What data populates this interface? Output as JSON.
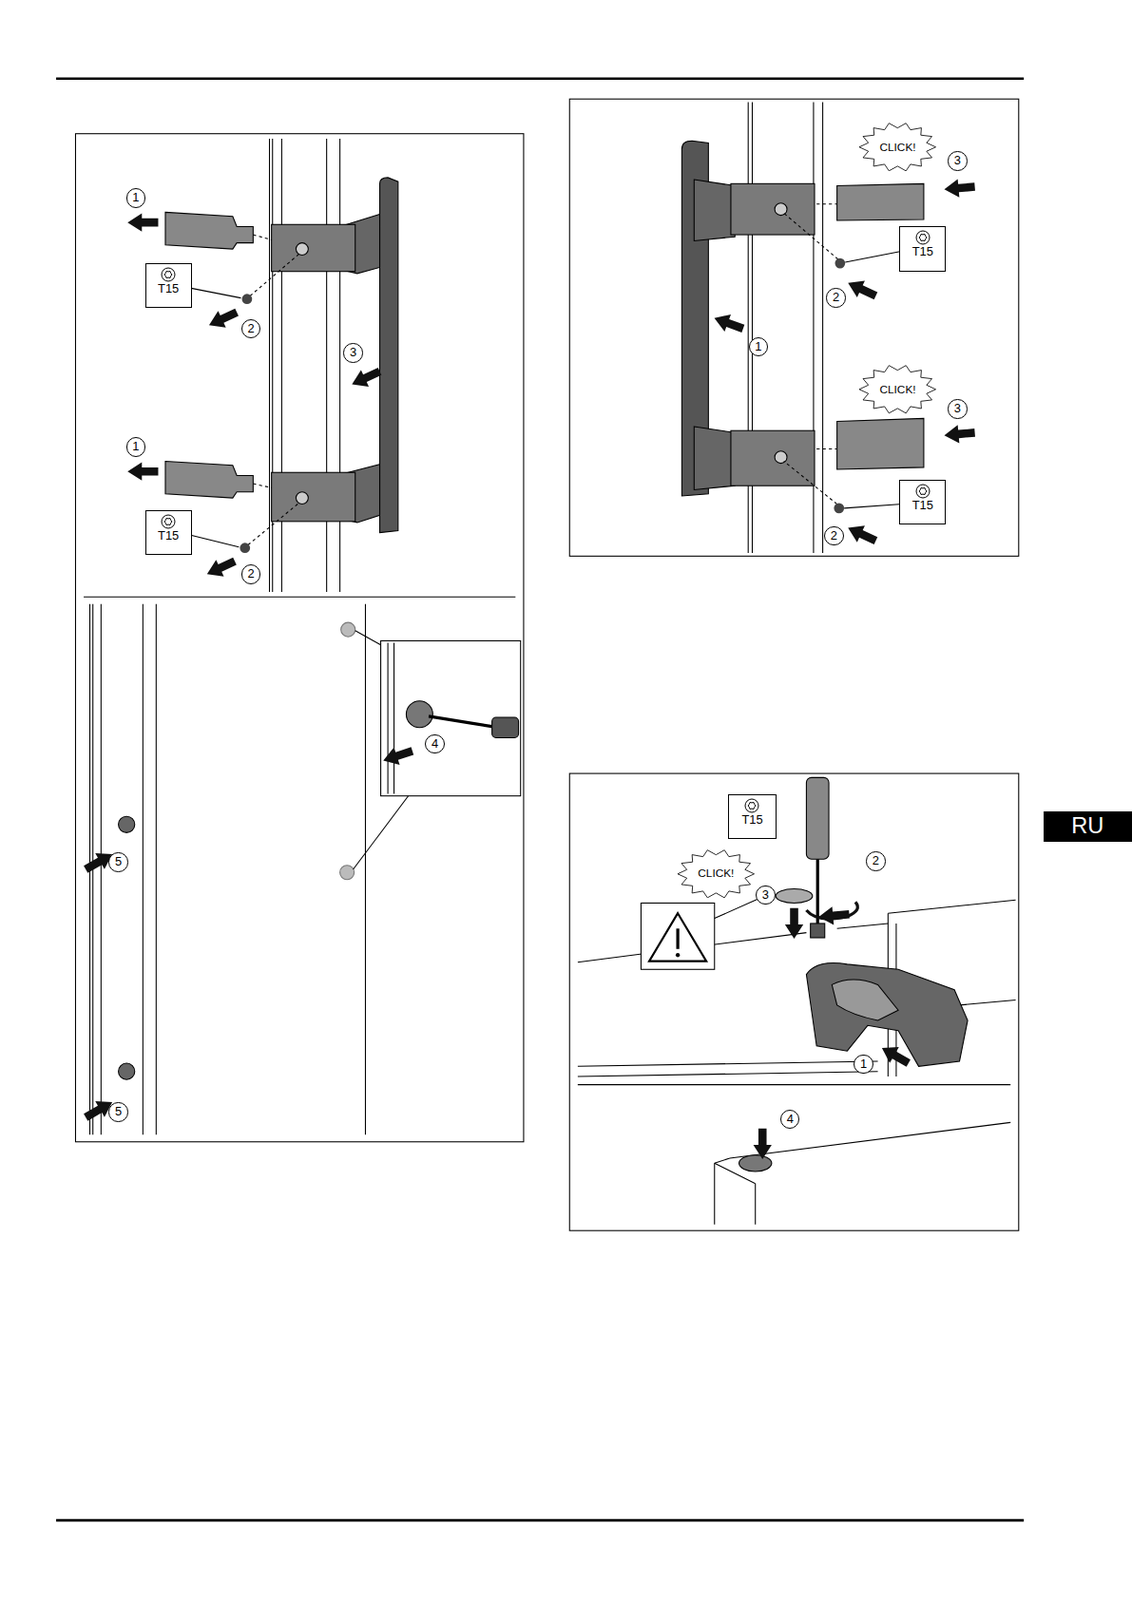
{
  "diagram": {
    "nodes": [
      {
        "text": [
          "T15"
        ]
      },
      {
        "text": [
          "T15"
        ]
      },
      {
        "text": [
          "CLICK!"
        ]
      },
      {
        "text": [
          "T15"
        ]
      },
      {
        "text": [
          "CLICK!"
        ]
      },
      {
        "text": [
          "T15"
        ]
      },
      {
        "text": [
          "T15"
        ]
      },
      {
        "text": [
          "CLICK!"
        ]
      },
      {
        "text": [
          "RU"
        ]
      }
    ],
    "labels": [
      "1",
      "2",
      "3",
      "1",
      "2",
      "4",
      "5",
      "5",
      "3",
      "2",
      "1",
      "3",
      "2",
      "2",
      "3",
      "1",
      "4"
    ]
  }
}
